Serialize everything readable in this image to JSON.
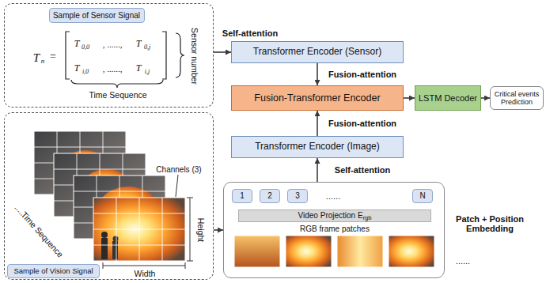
{
  "diagram": {
    "nodes": [
      {
        "text": [
          "Time Sequence",
          "Sensor number",
          "T",
          "n",
          "=",
          "T",
          "0,0",
          ", ......, ",
          "T",
          "0,j",
          "T",
          "i,0",
          ", ......, ",
          "T",
          "i,j"
        ]
      },
      {
        "text": [
          "Sample of Sensor Signal"
        ],
        "in": 0
      },
      {
        "text": [
          "Channels (3)",
          "Height",
          "Width",
          "Time Sequence",
          "......"
        ]
      },
      {
        "text": [
          "Sample of Vision Signal"
        ],
        "in": 2
      },
      {
        "text": [
          "Transformer Encoder (Sensor)"
        ]
      },
      {
        "text": [
          "Fusion-Transformer Encoder"
        ]
      },
      {
        "text": [
          "LSTM Decoder"
        ]
      },
      {
        "text": [
          "Critical events Prediction"
        ]
      },
      {
        "text": [
          "Transformer Encoder (Image)"
        ]
      },
      {
        "text": [
          "RGB frame patches",
          "Patch + Position Embedding",
          "......"
        ]
      },
      {
        "text": [
          "1"
        ],
        "in": 9
      },
      {
        "text": [
          "2"
        ],
        "in": 9
      },
      {
        "text": [
          "3"
        ],
        "in": 9
      },
      {
        "text": [
          "N"
        ],
        "in": 9
      },
      {
        "text": [
          "Video Projection E",
          "rgb"
        ],
        "in": 9
      }
    ],
    "edges": [
      {
        "from": 0,
        "to": 4,
        "arrow": "to",
        "label": "Self-attention"
      },
      {
        "from": 4,
        "to": 5,
        "arrow": "to",
        "label": "Fusion-attention"
      },
      {
        "from": 8,
        "to": 5,
        "arrow": "to",
        "label": "Fusion-attention"
      },
      {
        "from": 5,
        "to": 6,
        "arrow": "to"
      },
      {
        "from": 6,
        "to": 7,
        "arrow": "to"
      },
      {
        "from": 9,
        "to": 8,
        "arrow": "to",
        "label": "Self-attention"
      },
      {
        "from": 2,
        "to": 9,
        "arrow": "to"
      }
    ],
    "labels": [
      "......"
    ]
  }
}
